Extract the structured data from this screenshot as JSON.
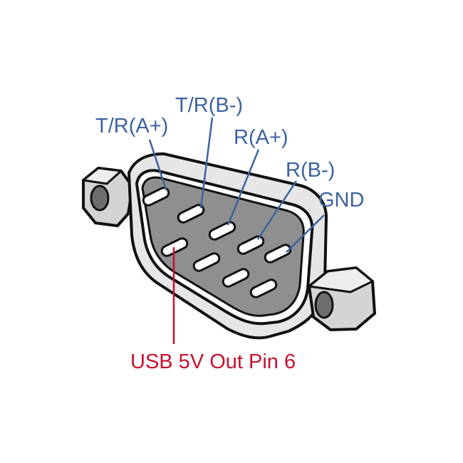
{
  "labels": {
    "pin1": "T/R(A+)",
    "pin2": "T/R(B-)",
    "pin3": "R(A+)",
    "pin4": "R(B-)",
    "pin5": "GND",
    "pin6": "USB 5V Out Pin 6"
  },
  "colors": {
    "label_blue": "#3c62a0",
    "label_red": "#c8102e",
    "outline": "#111111",
    "shell_fill": "#e4e4e4",
    "cavity_fill": "#8f8f8f",
    "pin_fill": "#ffffff",
    "hex_nut_fill": "#d9d9d9",
    "hex_nut_hole": "#6e6e6e"
  }
}
